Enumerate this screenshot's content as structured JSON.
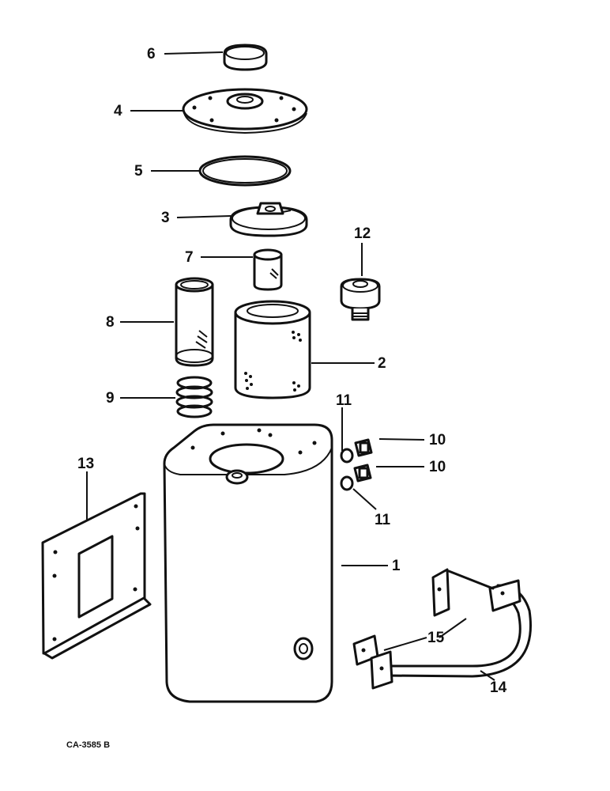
{
  "diagram": {
    "drawing_code": "CA-3585 B",
    "callouts": {
      "p1": "1",
      "p2": "2",
      "p3": "3",
      "p4": "4",
      "p5": "5",
      "p6": "6",
      "p7": "7",
      "p8": "8",
      "p9": "9",
      "p10a": "10",
      "p10b": "10",
      "p11a": "11",
      "p11b": "11",
      "p12": "12",
      "p13": "13",
      "p14": "14",
      "p15": "15"
    }
  }
}
